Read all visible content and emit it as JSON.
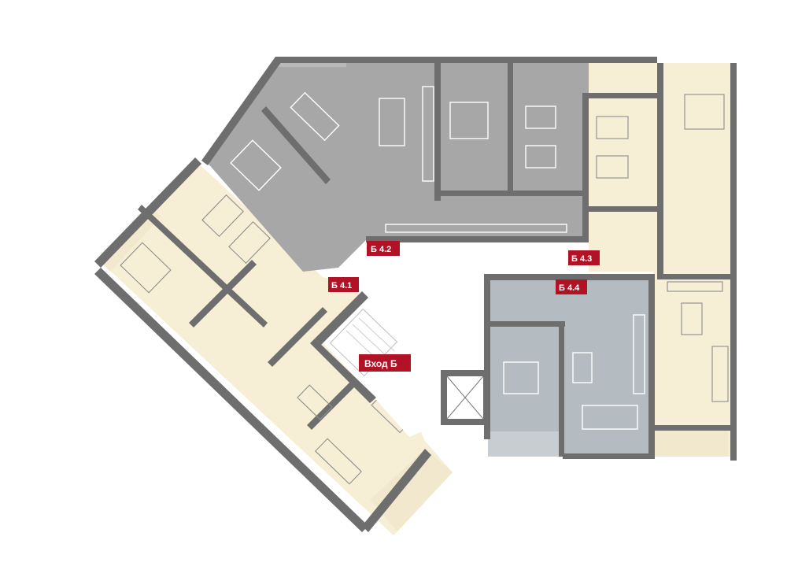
{
  "colors": {
    "apt_cream": "#f6efd5",
    "apt_gray": "#a7a7a7",
    "apt_bluegray": "#b5bcc1",
    "balcony_cream": "#f4edd4",
    "wall": "#6e6e6e",
    "label_red": "#b11226",
    "stair_hall": "#ffffff"
  },
  "apartments": [
    {
      "id": "b41",
      "label": "Б 4.1"
    },
    {
      "id": "b42",
      "label": "Б 4.2"
    },
    {
      "id": "b43",
      "label": "Б 4.3"
    },
    {
      "id": "b44",
      "label": "Б 4.4"
    }
  ],
  "entrance": {
    "label": "Вход Б"
  },
  "stair_icon": "staircase-icon",
  "elevator_icon": "elevator-icon"
}
